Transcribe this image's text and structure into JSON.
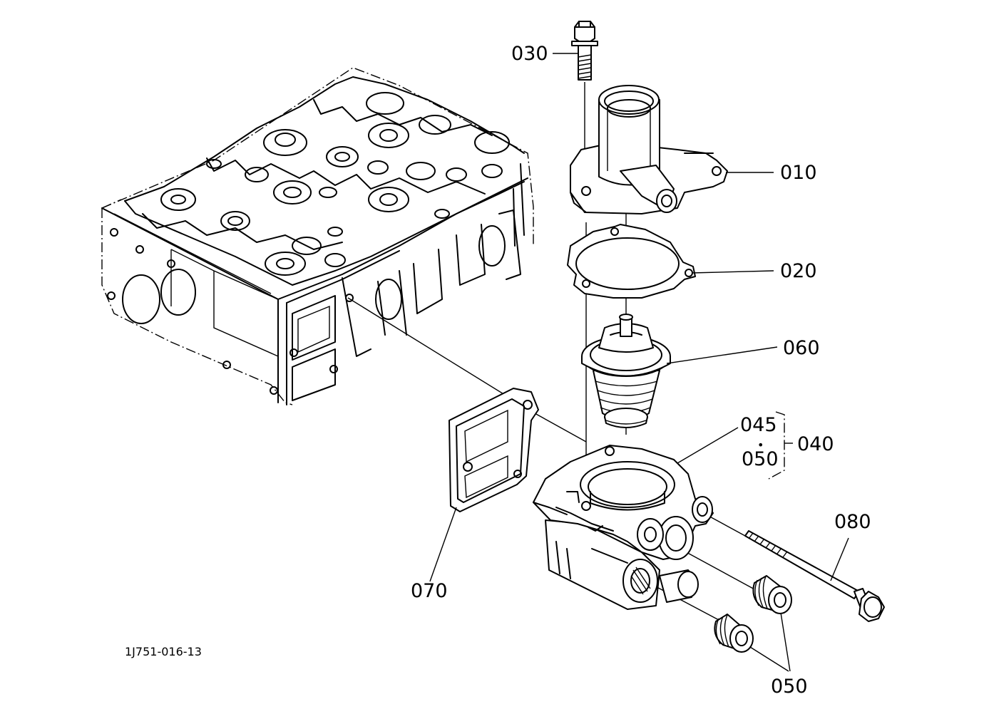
{
  "diagram_code": "1J751-016-13",
  "parts": [
    {
      "id": "p010",
      "number": "010"
    },
    {
      "id": "p020",
      "number": "020"
    },
    {
      "id": "p030",
      "number": "030"
    },
    {
      "id": "p040",
      "number": "040"
    },
    {
      "id": "p045",
      "number": "045"
    },
    {
      "id": "p050a",
      "number": "050"
    },
    {
      "id": "p050b",
      "number": "050"
    },
    {
      "id": "p060",
      "number": "060"
    },
    {
      "id": "p070",
      "number": "070"
    },
    {
      "id": "p080",
      "number": "080"
    }
  ],
  "separator_dot": "•"
}
